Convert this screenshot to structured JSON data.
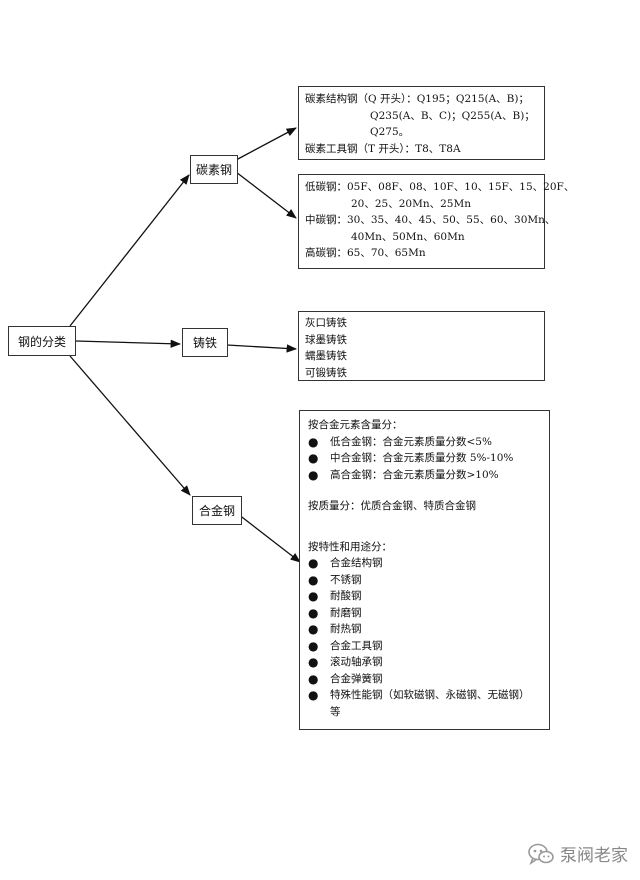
{
  "nodes": {
    "root": "钢的分类",
    "carbon_steel": "碳素钢",
    "cast_iron": "铸铁",
    "alloy_steel": "合金钢"
  },
  "carbon_box1": {
    "l1": "碳素结构钢（Q 开头）：Q195；Q215(A、B)；",
    "l2": "Q235(A、B、C)；Q255(A、B)；",
    "l3": "Q275。",
    "l4": "碳素工具钢（T 开头）：T8、T8A"
  },
  "carbon_box2": {
    "l1": "低碳钢：05F、08F、08、10F、10、15F、15、20F、",
    "l2": "20、25、20Mn、25Mn",
    "l3": "中碳钢：30、35、40、45、50、55、60、30Mn、",
    "l4": "40Mn、50Mn、60Mn",
    "l5": "高碳钢：65、70、65Mn"
  },
  "cast_iron_box": {
    "items": [
      "灰口铸铁",
      "球墨铸铁",
      "蠕墨铸铁",
      "可锻铸铁"
    ]
  },
  "alloy_box": {
    "heading1": "按合金元素含量分：",
    "by_content": [
      "低合金钢：合金元素质量分数<5%",
      "中合金钢：合金元素质量分数 5%-10%",
      "高合金钢：合金元素质量分数>10%"
    ],
    "by_quality": "按质量分：优质合金钢、特质合金钢",
    "heading3": "按特性和用途分：",
    "by_use": [
      "合金结构钢",
      "不锈钢",
      "耐酸钢",
      "耐磨钢",
      "耐热钢",
      "合金工具钢",
      "滚动轴承钢",
      "合金弹簧钢",
      "特殊性能钢（如软磁钢、永磁钢、无磁钢）"
    ],
    "by_use_tail": "等",
    "bullet": "●"
  },
  "watermark": {
    "text": "泵阀老家",
    "icon": "wechat-icon"
  }
}
